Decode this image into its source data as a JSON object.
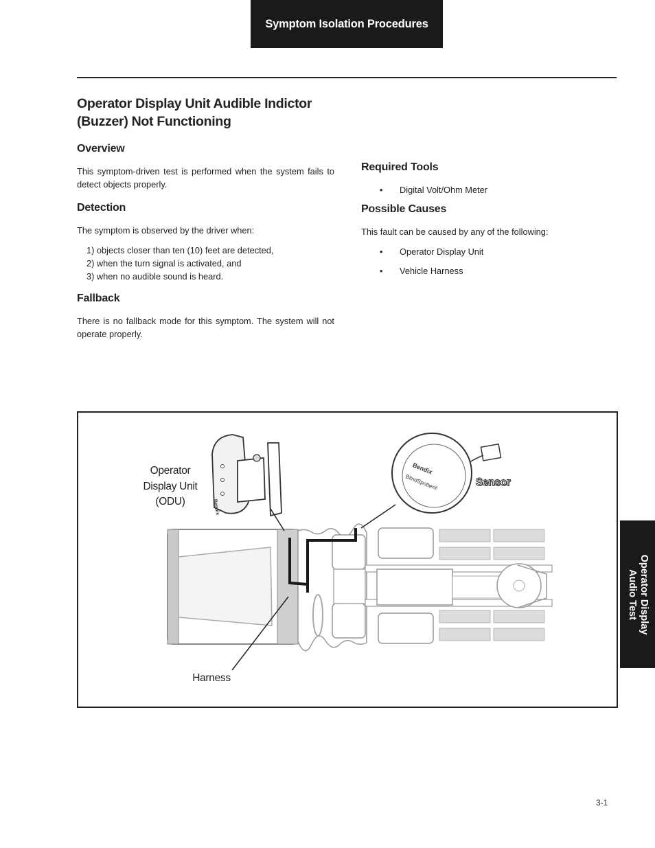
{
  "header": {
    "tab_label": "Symptom Isolation Procedures"
  },
  "title": {
    "line1": "Operator Display Unit Audible Indictor",
    "line2": "(Buzzer) Not Functioning"
  },
  "overview": {
    "heading": "Overview",
    "text": "This symptom-driven test is performed when the system fails to detect objects properly."
  },
  "detection": {
    "heading": "Detection",
    "intro": "The symptom is observed by the driver when:",
    "items": [
      "1) objects closer than ten (10) feet are detected,",
      "2) when the turn signal is activated, and",
      "3) when no audible sound is heard."
    ]
  },
  "fallback": {
    "heading": "Fallback",
    "text": "There is no fallback mode for this symptom. The system will not operate properly."
  },
  "required_tools": {
    "heading": "Required Tools",
    "items": [
      "Digital Volt/Ohm Meter"
    ]
  },
  "possible_causes": {
    "heading": "Possible Causes",
    "intro": "This fault can be caused by any of the following:",
    "items": [
      "Operator Display Unit",
      "Vehicle Harness"
    ]
  },
  "figure": {
    "odu_label": {
      "line1": "Operator",
      "line2": "Display Unit",
      "line3": "(ODU)"
    },
    "harness_label": "Harness",
    "sensor_label": "Sensor",
    "odu_brand": "Bendix",
    "sensor_brand": "Bendix",
    "sensor_product": "BlindSpotter®"
  },
  "side_tab": {
    "line1": "Operator Display",
    "line2": "Audio Test"
  },
  "page_number": "3-1"
}
